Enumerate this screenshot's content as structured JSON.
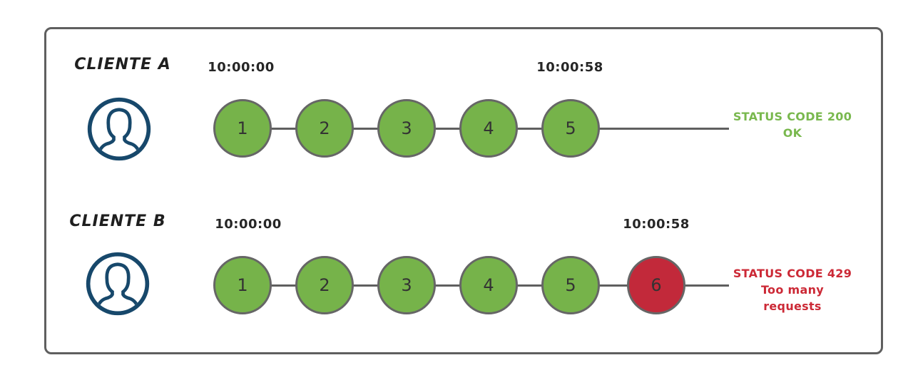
{
  "diagram_title": "rate-limiting-clients-diagram",
  "rows": [
    {
      "client": "CLIENTE A",
      "start_time": "10:00:00",
      "end_time": "10:00:58",
      "requests": [
        "1",
        "2",
        "3",
        "4",
        "5"
      ],
      "status_line1": "STATUS CODE 200",
      "status_line2": "OK",
      "outcome": "ok"
    },
    {
      "client": "CLIENTE B",
      "start_time": "10:00:00",
      "end_time": "10:00:58",
      "requests": [
        "1",
        "2",
        "3",
        "4",
        "5",
        "6"
      ],
      "status_line1": "STATUS CODE 429",
      "status_line2": "Too many requests",
      "outcome": "error"
    }
  ],
  "colors": {
    "request_ok_fill": "#76b34a",
    "request_blocked_fill": "#c2293a",
    "circle_border": "#666666",
    "timeline_line": "#5f5f5f",
    "frame_border": "#5f5f5f",
    "avatar_navy": "#17486b",
    "status_ok_text": "#79b84e",
    "status_error_text": "#cc2936"
  }
}
